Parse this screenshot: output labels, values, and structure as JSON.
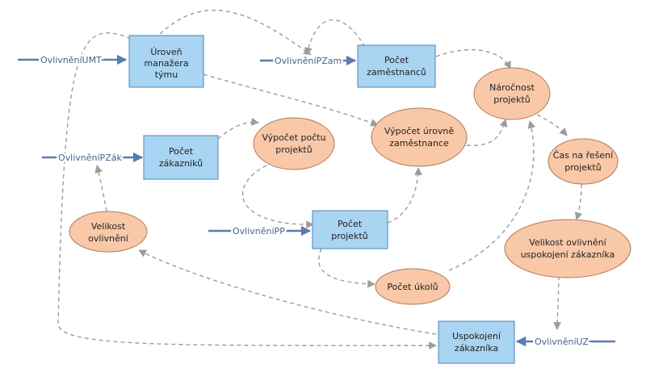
{
  "nodes": {
    "uroven_manazera": {
      "lines": [
        "Úroveň",
        "manažera",
        "týmu"
      ]
    },
    "pocet_zamestnancu": {
      "lines": [
        "Počet",
        "zaměstnanců"
      ]
    },
    "pocet_zakazniku": {
      "lines": [
        "Počet",
        "zákazniků"
      ]
    },
    "pocet_projektu": {
      "lines": [
        "Počet",
        "projektů"
      ]
    },
    "uspokojeni_zakaznika": {
      "lines": [
        "Uspokojení",
        "zákazníka"
      ]
    },
    "narocnost_projektu": {
      "lines": [
        "Náročnost",
        "projektů"
      ]
    },
    "vypocet_poctu_projektu": {
      "lines": [
        "Výpočet počtu",
        "projektů"
      ]
    },
    "vypocet_urovne_zamestnance": {
      "lines": [
        "Výpočet úrovně",
        "zaměstnance"
      ]
    },
    "cas_na_reseni": {
      "lines": [
        "Čas na řešení",
        "projektů"
      ]
    },
    "velikost_ovlivneni": {
      "lines": [
        "Velikost",
        "ovlivnění"
      ]
    },
    "velikost_ovlivneni_uspokojeni": {
      "lines": [
        "Velikost ovlivnění",
        "uspokojení zákazníka"
      ]
    },
    "pocet_ukolu": {
      "lines": [
        "Počet úkolů"
      ]
    }
  },
  "inputs": {
    "umt": "OvlivněníUMT",
    "pzam": "OvlivněníPZam",
    "pzak": "OvlivněníPZák",
    "pp": "OvlivněníPP",
    "uz": "OvlivněníUZ"
  },
  "colors": {
    "rect_fill": "#a9d4f2",
    "rect_stroke": "#4a86b8",
    "ellipse_fill": "#f8c8a8",
    "ellipse_stroke": "#b07a56",
    "dashed_line": "#9c9c9c",
    "input_arrow": "#5b7ab0"
  }
}
